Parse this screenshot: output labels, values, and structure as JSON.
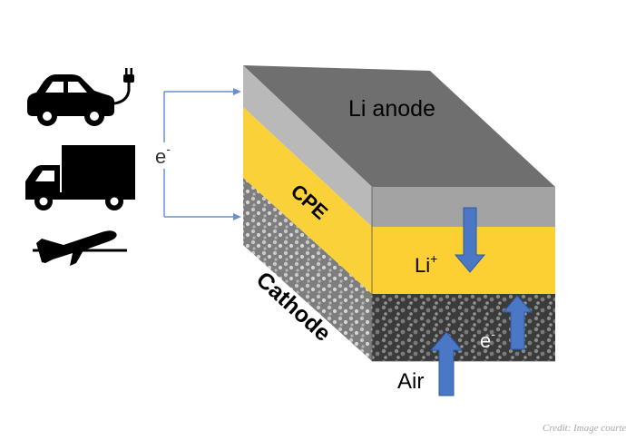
{
  "labels": {
    "anode": "Li anode",
    "electrolyte": "CPE",
    "cathode": "Cathode",
    "ion_base": "Li",
    "ion_sup": "+",
    "electron_base": "e",
    "electron_sup": "-",
    "air": "Air"
  },
  "icons": [
    "electric-car-icon",
    "truck-icon",
    "airplane-icon"
  ],
  "credit": "Credit: Image courtesy",
  "colors": {
    "anode_top": "#6f6f6f",
    "anode_front": "#a3a3a3",
    "anode_side": "#b9b9b9",
    "electrolyte": "#fcd033",
    "cathode": "#3a3a3a",
    "arrow": "#4a78c4",
    "wire": "#6a8fd0"
  }
}
